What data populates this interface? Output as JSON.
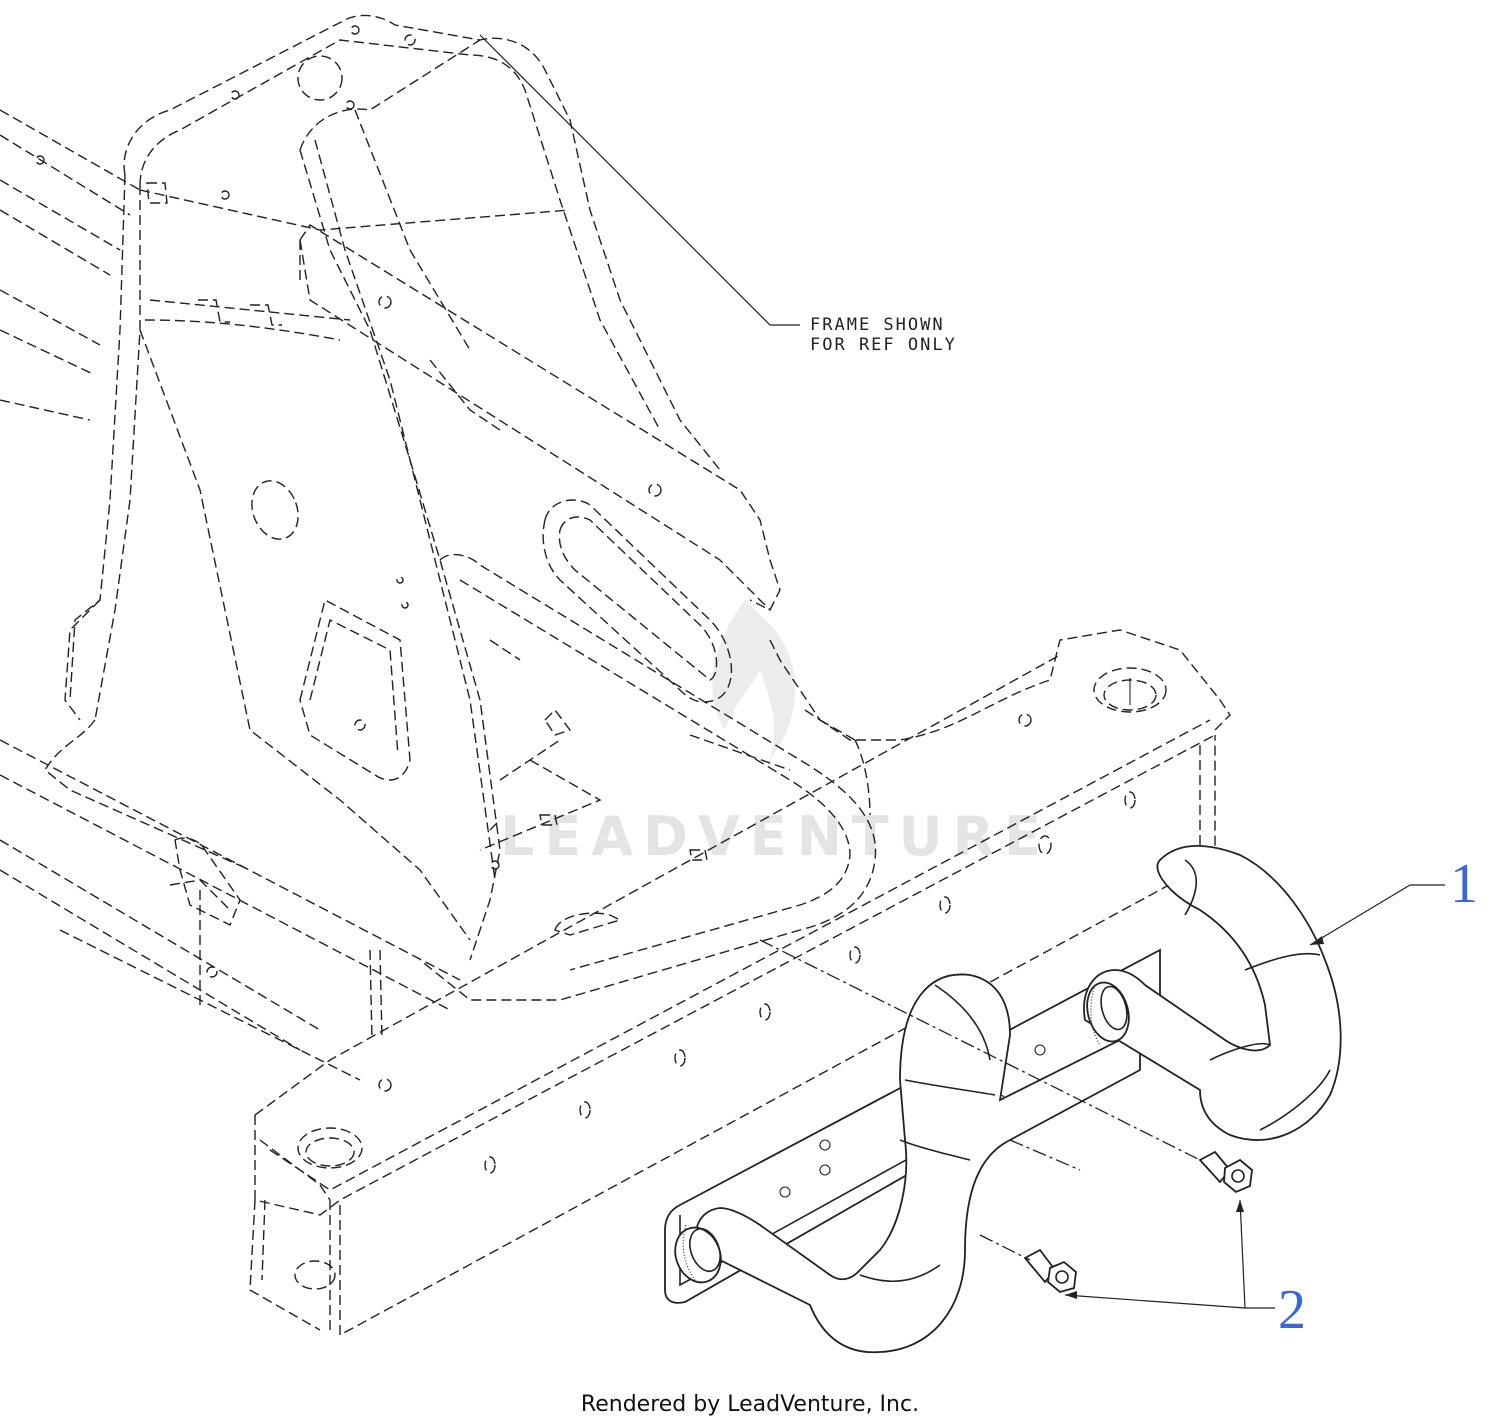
{
  "note": {
    "line1": "FRAME SHOWN",
    "line2": "FOR REF ONLY"
  },
  "callouts": [
    {
      "id": "1",
      "label": "1"
    },
    {
      "id": "2",
      "label": "2"
    }
  ],
  "watermark": {
    "text": "LEADVENTURE"
  },
  "credit": "Rendered by LeadVenture, Inc.",
  "colors": {
    "line": "#222222",
    "callout": "#3a66d8",
    "watermark": "#e4e4e4"
  }
}
